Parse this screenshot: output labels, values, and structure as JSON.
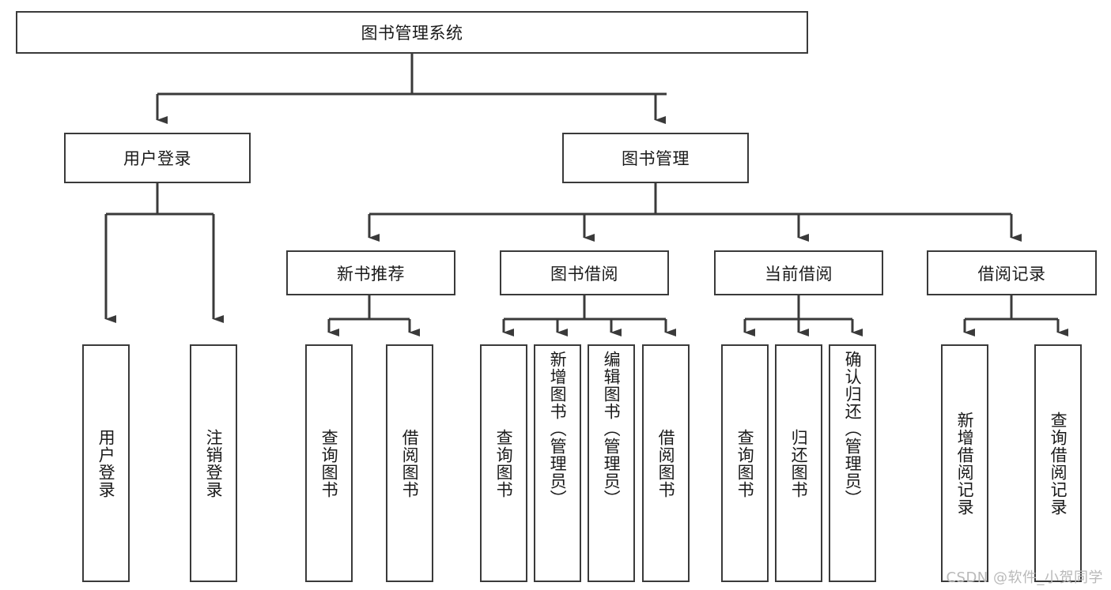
{
  "diagram": {
    "title": "图书管理系统",
    "type": "tree-hierarchy-diagram",
    "root": {
      "label": "图书管理系统"
    },
    "level2": [
      {
        "label": "用户登录"
      },
      {
        "label": "图书管理"
      }
    ],
    "level3": [
      {
        "label": "新书推荐"
      },
      {
        "label": "图书借阅"
      },
      {
        "label": "当前借阅"
      },
      {
        "label": "借阅记录"
      }
    ],
    "leaves": {
      "user_login": [
        {
          "label": "用户登录"
        },
        {
          "label": "注销登录"
        }
      ],
      "new_book_recommend": [
        {
          "label": "查询图书"
        },
        {
          "label": "借阅图书"
        }
      ],
      "book_borrow": [
        {
          "label": "查询图书"
        },
        {
          "label": "新增图书（管理员）"
        },
        {
          "label": "编辑图书（管理员）"
        },
        {
          "label": "借阅图书"
        }
      ],
      "current_borrow": [
        {
          "label": "查询图书"
        },
        {
          "label": "归还图书"
        },
        {
          "label": "确认归还（管理员）"
        }
      ],
      "borrow_record": [
        {
          "label": "新增借阅记录"
        },
        {
          "label": "查询借阅记录"
        }
      ]
    },
    "watermark": "CSDN @软件_小贺同学",
    "colors": {
      "stroke": "#3a3a3a",
      "background": "#ffffff",
      "text": "#1a1a1a",
      "watermark": "#b9b9b9"
    }
  }
}
